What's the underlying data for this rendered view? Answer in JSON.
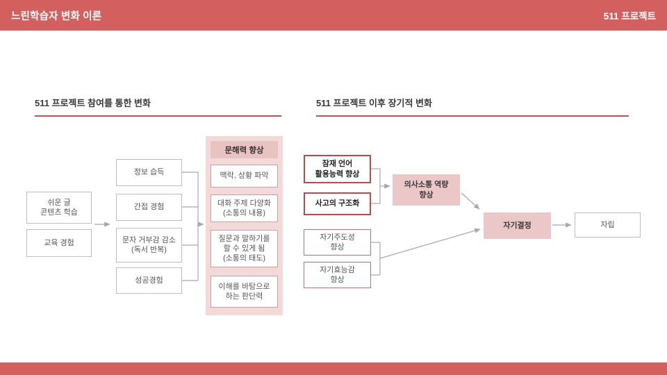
{
  "header": {
    "title": "느린학습자 변화 이론",
    "project": "511 프로젝트"
  },
  "sections": {
    "left_title": "511 프로젝트 참여를 통한 변화",
    "right_title": "511 프로젝트 이후 장기적 변화"
  },
  "inputs": {
    "easy_content": "쉬운 글\n콘텐츠 학습",
    "education": "교육 경험"
  },
  "mediators": {
    "info": "정보 습득",
    "indirect": "간접 경험",
    "text_aversion": "문자 거부감 감소\n(독서 반복)",
    "success": "성공경험"
  },
  "literacy": {
    "title": "문해력 향상",
    "context": "맥락, 상황 파악",
    "topics": "대화 주제 다양화\n(소통의 내용)",
    "speaking": "질문과 말하기를\n할 수 있게 됨\n(소통의 태도)",
    "judgment": "이해를 바탕으로\n하는 판단력"
  },
  "longterm": {
    "latent_language": "잠재 언어\n활용능력 향상",
    "structured_thinking": "사고의 구조화",
    "communication": "의사소통 역량\n향상",
    "self_direction": "자기주도성\n향상",
    "self_efficacy": "자기효능감\n향상",
    "self_determination": "자기결정",
    "independence": "자립"
  },
  "colors": {
    "bar": "#d35f5e",
    "underline": "#c4504e",
    "panel_bg": "#f2dada",
    "panel_header_bg": "#e9c2c2",
    "filled_box": "#ecc7c7",
    "strong_border": "#b94a48",
    "soft_border": "#d49c9c",
    "gray_border": "#bdbdbd",
    "connector": "#a8a8a8"
  }
}
